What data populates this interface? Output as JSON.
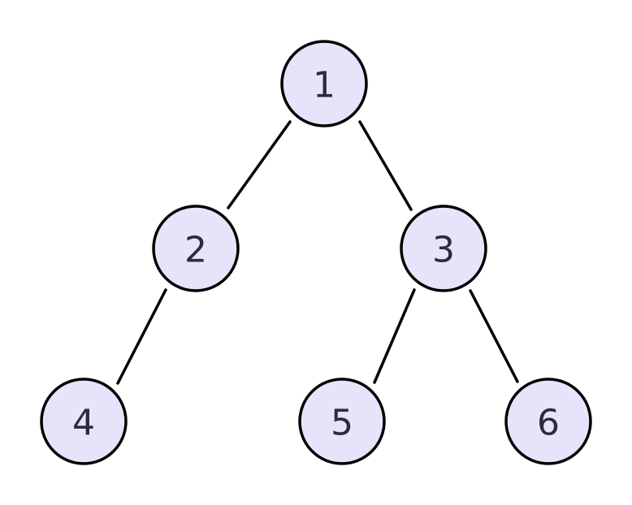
{
  "diagram": {
    "type": "binary-tree",
    "node_fill": "#e8e3fb",
    "node_stroke": "#000000",
    "label_color": "#2b2b3a",
    "nodes": [
      {
        "id": "n1",
        "label": "1"
      },
      {
        "id": "n2",
        "label": "2"
      },
      {
        "id": "n3",
        "label": "3"
      },
      {
        "id": "n4",
        "label": "4"
      },
      {
        "id": "n5",
        "label": "5"
      },
      {
        "id": "n6",
        "label": "6"
      }
    ],
    "edges": [
      {
        "from": "n1",
        "to": "n2"
      },
      {
        "from": "n1",
        "to": "n3"
      },
      {
        "from": "n2",
        "to": "n4"
      },
      {
        "from": "n3",
        "to": "n5"
      },
      {
        "from": "n3",
        "to": "n6"
      }
    ]
  }
}
